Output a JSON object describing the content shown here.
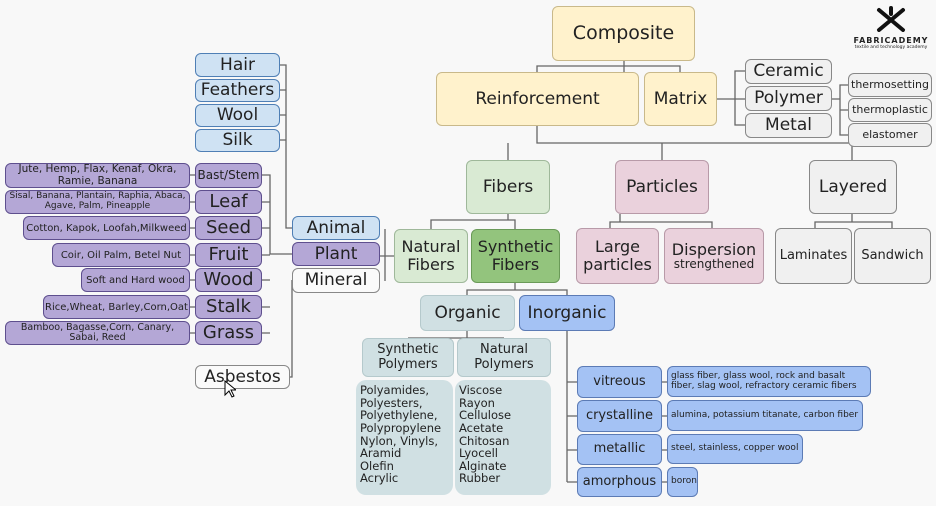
{
  "logo": {
    "name": "FABRICADEMY",
    "tagline": "textile and technology academy"
  },
  "top": {
    "composite": "Composite",
    "reinforcement": "Reinforcement",
    "matrix": "Matrix"
  },
  "matrix_types": [
    "Ceramic",
    "Polymer",
    "Metal"
  ],
  "polymer_types": [
    "thermosetting",
    "thermoplastic",
    "elastomer"
  ],
  "reinforcement_types": {
    "fibers": "Fibers",
    "particles": "Particles",
    "layered": "Layered"
  },
  "particles": {
    "large": "Large particles",
    "dispersion": "Dispersion",
    "dispersion_sub": "strengthened"
  },
  "layered": {
    "laminates": "Laminates",
    "sandwich": "Sandwich"
  },
  "fibers": {
    "natural": "Natural Fibers",
    "synthetic": "Synthetic Fibers"
  },
  "natural_sources": [
    "Animal",
    "Plant",
    "Mineral"
  ],
  "animal": [
    "Hair",
    "Feathers",
    "Wool",
    "Silk"
  ],
  "plant": [
    {
      "part": "Bast/Stem",
      "examples": "Jute, Hemp, Flax, Kenaf, Okra, Ramie, Banana"
    },
    {
      "part": "Leaf",
      "examples": "Sisal, Banana, Plantain, Raphia, Abaca, Agave, Palm, Pineapple"
    },
    {
      "part": "Seed",
      "examples": "Cotton, Kapok, Loofah,Milkweed"
    },
    {
      "part": "Fruit",
      "examples": "Coir, Oil Palm, Betel Nut"
    },
    {
      "part": "Wood",
      "examples": "Soft and Hard wood"
    },
    {
      "part": "Stalk",
      "examples": "Rice,Wheat, Barley,Corn,Oat"
    },
    {
      "part": "Grass",
      "examples": "Bamboo, Bagasse,Corn, Canary, Sabai, Reed"
    }
  ],
  "mineral": [
    "Asbestos"
  ],
  "synthetic": {
    "organic": "Organic",
    "inorganic": "Inorganic",
    "synthetic_polymers": "Synthetic Polymers",
    "natural_polymers": "Natural Polymers"
  },
  "synthetic_polymer_list": [
    "Polyamides,",
    "Polyesters,",
    "Polyethylene,",
    "Polypropylene",
    "Nylon, Vinyls,",
    "Aramid",
    "Olefin",
    "Acrylic"
  ],
  "natural_polymer_list": [
    "Viscose",
    "Rayon",
    "Cellulose",
    "Acetate",
    "Chitosan",
    "Lyocell",
    "Alginate",
    "Rubber"
  ],
  "inorganic": [
    {
      "type": "vitreous",
      "examples": "glass fiber, glass wool, rock and basalt fiber, slag wool, refractory ceramic fibers"
    },
    {
      "type": "crystalline",
      "examples": "alumina, potassium titanate, carbon fiber"
    },
    {
      "type": "metallic",
      "examples": "steel, stainless, copper wool"
    },
    {
      "type": "amorphous",
      "examples": "boron"
    }
  ]
}
